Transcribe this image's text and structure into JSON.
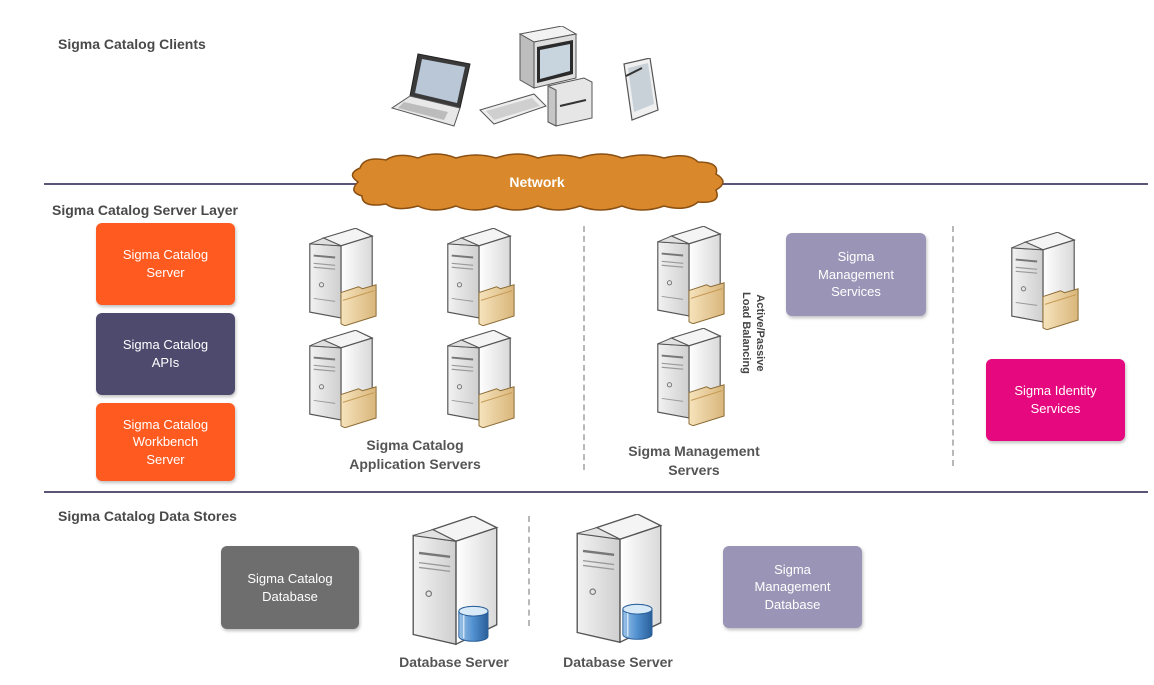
{
  "sections": {
    "clients": "Sigma Catalog Clients",
    "server_layer": "Sigma Catalog Server Layer",
    "data_stores": "Sigma Catalog Data Stores"
  },
  "network": {
    "label": "Network",
    "color": "#d9892b"
  },
  "server_layer": {
    "catalog_server": "Sigma Catalog\nServer",
    "catalog_apis": "Sigma Catalog\nAPIs",
    "workbench_server": "Sigma Catalog\nWorkbench\nServer",
    "app_servers_caption": "Sigma Catalog\nApplication Servers",
    "load_balancing": "Active/Passive\nLoad Balancing",
    "management_servers_caption": "Sigma Management\nServers",
    "management_services": "Sigma\nManagement\nServices",
    "identity_services": "Sigma Identity\nServices"
  },
  "data_stores": {
    "catalog_database": "Sigma Catalog\nDatabase",
    "db_server_1": "Database Server",
    "db_server_2": "Database Server",
    "management_database": "Sigma\nManagement\nDatabase"
  },
  "colors": {
    "orange": "#ff5a1f",
    "purple_dark": "#4e4a6e",
    "lavender": "#9a95b6",
    "magenta": "#e6087e",
    "gray": "#6e6e6e",
    "line": "#5b5677"
  },
  "icons": [
    "laptop-icon",
    "desktop-computer-icon",
    "tablet-icon",
    "server-tower-icon",
    "database-icon",
    "cloud-icon"
  ]
}
